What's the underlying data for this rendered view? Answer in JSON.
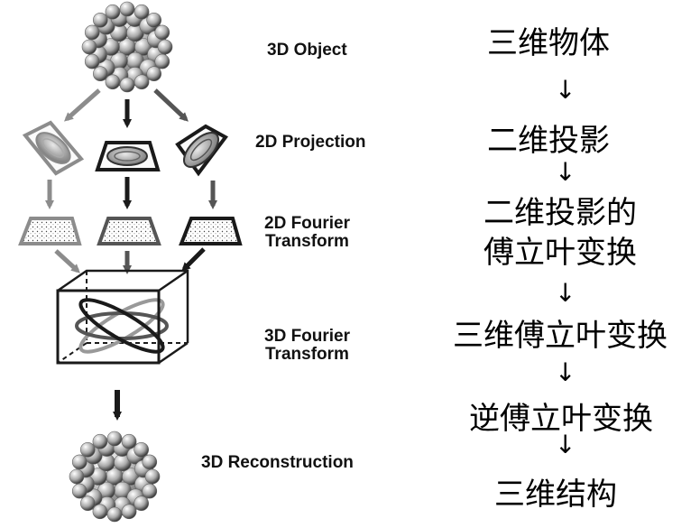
{
  "left_labels": {
    "object_3d": "3D Object",
    "projection_2d": "2D Projection",
    "fourier_2d_line1": "2D Fourier",
    "fourier_2d_line2": "Transform",
    "fourier_3d_line1": "3D Fourier",
    "fourier_3d_line2": "Transform",
    "reconstruction_3d": "3D Reconstruction"
  },
  "right_steps": {
    "step1": "三维物体",
    "step2": "二维投影",
    "step3_line1": "二维投影的",
    "step3_line2": "傅立叶变换",
    "step4": "三维傅立叶变换",
    "step5": "逆傅立叶变换",
    "step6": "三维结构"
  },
  "arrow_glyph": "↓",
  "colors": {
    "dark_stroke": "#1a1a1a",
    "light_arrow": "#8c8c8c",
    "medium_arrow": "#555555",
    "ellipse_gray": "#999999"
  },
  "icons": [
    "virus-particle-icon",
    "projection-tile-icon",
    "fourier-tile-icon",
    "fourier-cube-icon"
  ]
}
